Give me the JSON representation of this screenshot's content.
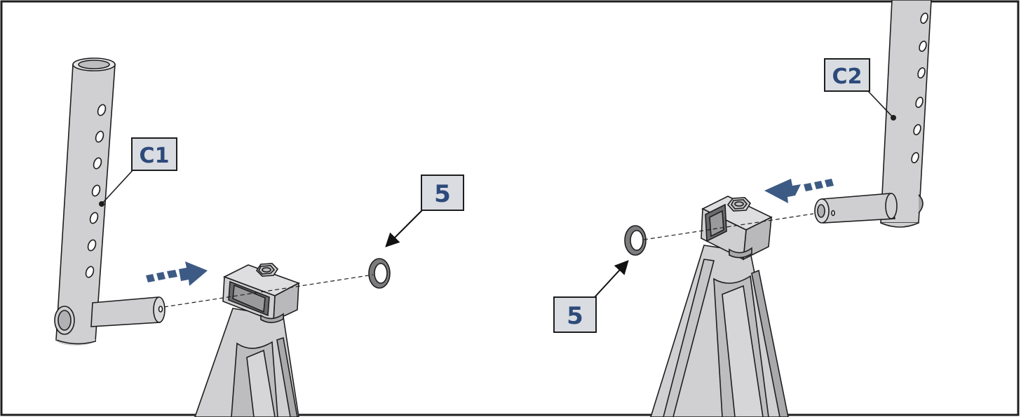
{
  "labels": {
    "c1": "C1",
    "c2": "C2",
    "part_left": "5",
    "part_right": "5"
  },
  "colors": {
    "metal": "#d0d0d2",
    "metal_dark": "#8f8f92",
    "outline": "#1e1e1e",
    "label_box": "#d9dce1",
    "label_text": "#2c4a7a",
    "arrow": "#3d5a84"
  }
}
